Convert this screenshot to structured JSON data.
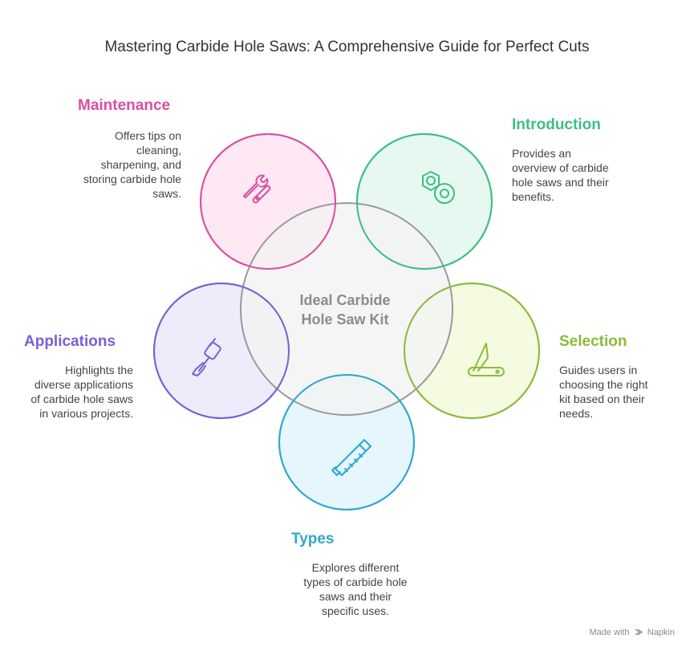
{
  "title": "Mastering Carbide Hole Saws: A Comprehensive Guide for Perfect Cuts",
  "center": {
    "line1": "Ideal Carbide",
    "line2": "Hole Saw Kit"
  },
  "nodes": {
    "maintenance": {
      "label": "Maintenance",
      "desc": [
        "Offers tips on",
        "cleaning,",
        "sharpening, and",
        "storing carbide hole",
        "saws."
      ],
      "color": "#d94fa3",
      "fill": "#fde8f4",
      "icon": "wrench-icon"
    },
    "introduction": {
      "label": "Introduction",
      "desc": [
        "Provides an",
        "overview of carbide",
        "hole saws and their",
        "benefits."
      ],
      "color": "#3cbf86",
      "fill": "#e6f8ef",
      "icon": "nut-washer-icon"
    },
    "applications": {
      "label": "Applications",
      "desc": [
        "Highlights the",
        "diverse applications",
        "of carbide hole saws",
        "in various projects."
      ],
      "color": "#7761d1",
      "fill": "#eeebfb",
      "icon": "plunger-icon"
    },
    "selection": {
      "label": "Selection",
      "desc": [
        "Guides users in",
        "choosing the right",
        "kit based on their",
        "needs."
      ],
      "color": "#8bbb3a",
      "fill": "#f4fbe0",
      "icon": "pocket-knife-icon"
    },
    "types": {
      "label": "Types",
      "desc": [
        "Explores different",
        "types of carbide hole",
        "saws and their",
        "specific uses."
      ],
      "color": "#2ea8cc",
      "fill": "#e5f6fc",
      "icon": "hand-saw-icon"
    }
  },
  "watermark": {
    "prefix": "Made with",
    "brand": "Napkin"
  }
}
